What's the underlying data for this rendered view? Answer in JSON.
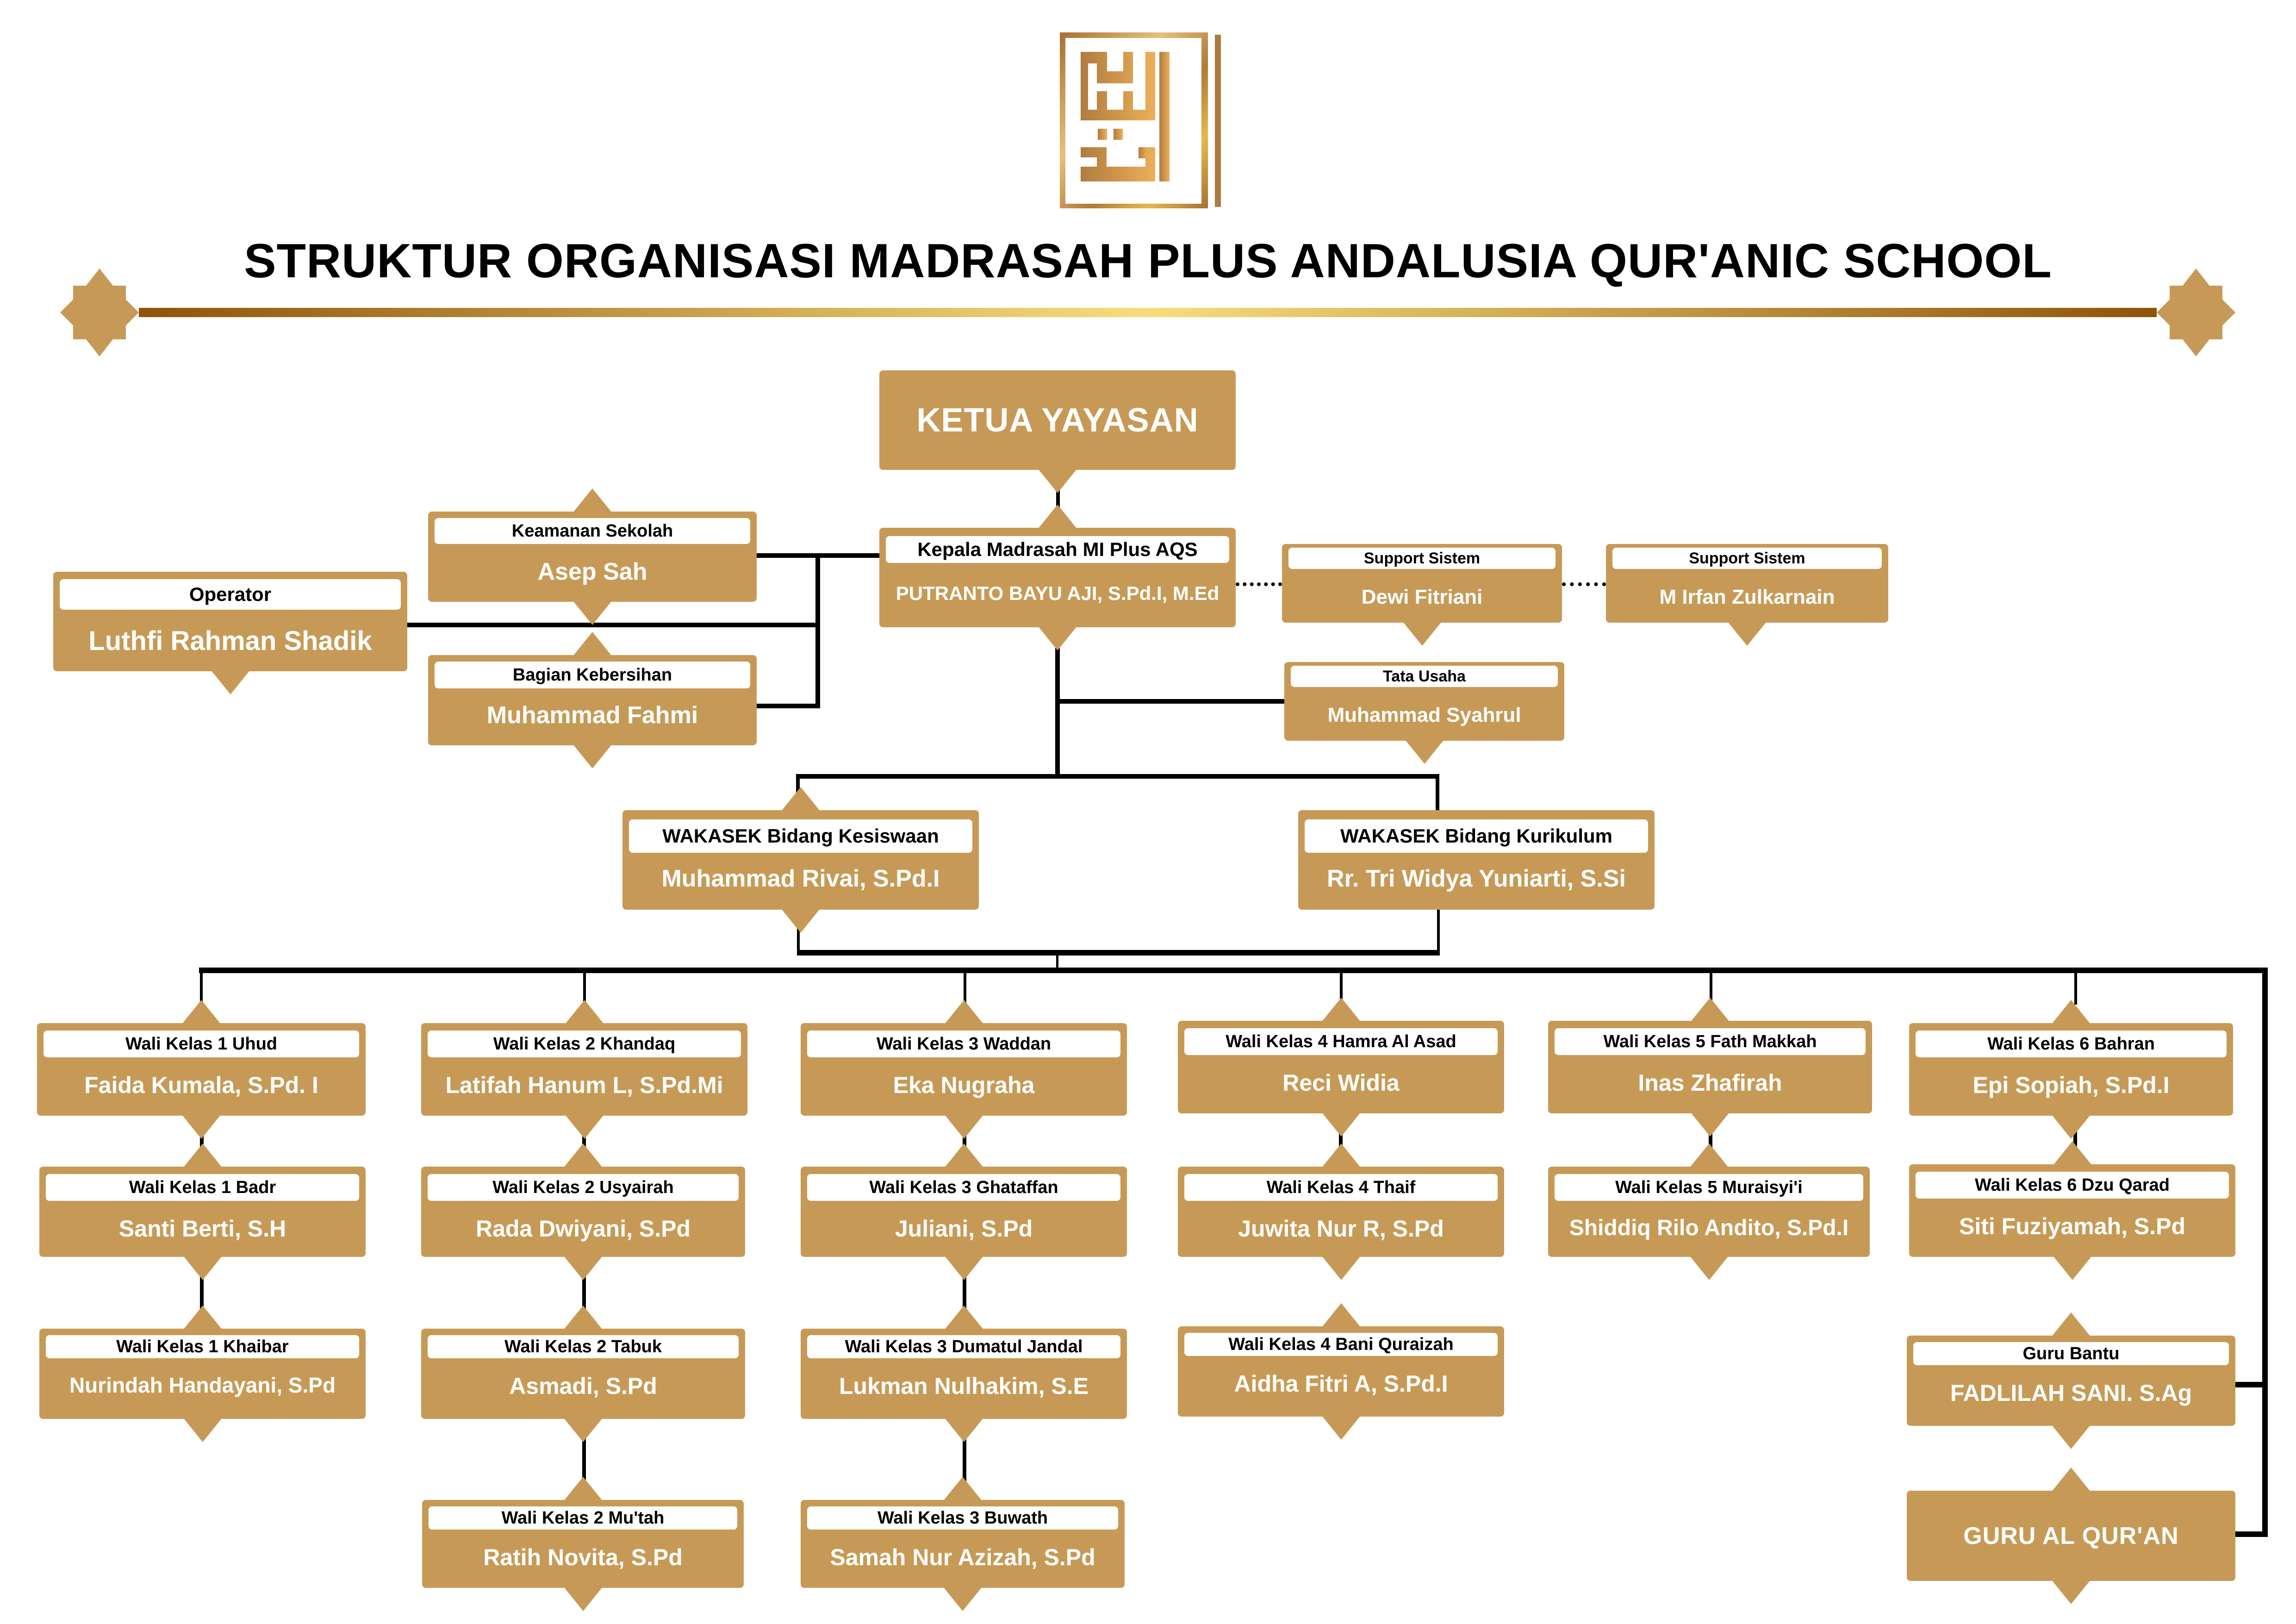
{
  "header": {
    "logo_alt": "andalusia-logo",
    "title": "STRUKTUR ORGANISASI MADRASAH PLUS ANDALUSIA QUR'ANIC SCHOOL"
  },
  "colors": {
    "node_fill": "#c69a56",
    "role_label_bg": "#ffffff",
    "connector": "#000000",
    "rule_gradient_dark": "#8f5307",
    "rule_gradient_light": "#f7dd7a"
  },
  "leadership": {
    "ketua_yayasan": "KETUA YAYASAN",
    "kepala": {
      "role": "Kepala Madrasah MI Plus AQS",
      "name": "PUTRANTO BAYU AJI, S.Pd.I, M.Ed"
    }
  },
  "staff": {
    "keamanan": {
      "role": "Keamanan Sekolah",
      "name": "Asep Sah"
    },
    "operator": {
      "role": "Operator",
      "name": "Luthfi Rahman Shadik"
    },
    "kebersihan": {
      "role": "Bagian Kebersihan",
      "name": "Muhammad Fahmi"
    },
    "support1": {
      "role": "Support Sistem",
      "name": "Dewi Fitriani"
    },
    "support2": {
      "role": "Support Sistem",
      "name": "M Irfan Zulkarnain"
    },
    "tata_usaha": {
      "role": "Tata Usaha",
      "name": "Muhammad Syahrul"
    }
  },
  "wakasek": {
    "kesiswaan": {
      "role": "WAKASEK Bidang Kesiswaan",
      "name": "Muhammad Rivai, S.Pd.I"
    },
    "kurikulum": {
      "role": "WAKASEK Bidang Kurikulum",
      "name": "Rr. Tri Widya Yuniarti, S.Si"
    }
  },
  "columns": [
    {
      "nodes": [
        {
          "role": "Wali Kelas 1 Uhud",
          "name": "Faida Kumala, S.Pd. I"
        },
        {
          "role": "Wali Kelas 1 Badr",
          "name": "Santi Berti, S.H"
        },
        {
          "role": "Wali Kelas 1 Khaibar",
          "name": "Nurindah Handayani, S.Pd"
        }
      ]
    },
    {
      "nodes": [
        {
          "role": "Wali Kelas 2 Khandaq",
          "name": "Latifah Hanum L, S.Pd.Mi"
        },
        {
          "role": "Wali Kelas 2 Usyairah",
          "name": "Rada Dwiyani, S.Pd"
        },
        {
          "role": "Wali Kelas 2 Tabuk",
          "name": "Asmadi, S.Pd"
        },
        {
          "role": "Wali Kelas 2 Mu'tah",
          "name": "Ratih Novita, S.Pd"
        }
      ]
    },
    {
      "nodes": [
        {
          "role": "Wali Kelas 3 Waddan",
          "name": "Eka Nugraha"
        },
        {
          "role": "Wali Kelas 3 Ghataffan",
          "name": "Juliani, S.Pd"
        },
        {
          "role": "Wali Kelas 3 Dumatul Jandal",
          "name": "Lukman Nulhakim, S.E"
        },
        {
          "role": "Wali Kelas 3 Buwath",
          "name": "Samah Nur Azizah, S.Pd"
        }
      ]
    },
    {
      "nodes": [
        {
          "role": "Wali Kelas 4 Hamra Al Asad",
          "name": "Reci Widia"
        },
        {
          "role": "Wali Kelas 4 Thaif",
          "name": "Juwita Nur R, S.Pd"
        },
        {
          "role": "Wali Kelas 4 Bani Quraizah",
          "name": "Aidha Fitri A, S.Pd.I"
        }
      ]
    },
    {
      "nodes": [
        {
          "role": "Wali Kelas 5 Fath Makkah",
          "name": "Inas Zhafirah"
        },
        {
          "role": "Wali Kelas 5 Muraisyi'i",
          "name": "Shiddiq Rilo Andito, S.Pd.I"
        }
      ]
    },
    {
      "nodes": [
        {
          "role": "Wali Kelas 6 Bahran",
          "name": "Epi Sopiah, S.Pd.I"
        },
        {
          "role": "Wali Kelas 6 Dzu Qarad",
          "name": "Siti Fuziyamah, S.Pd"
        },
        {
          "role": "Guru Bantu",
          "name": "FADLILAH SANI. S.Ag"
        }
      ]
    }
  ],
  "guru_quran": "GURU AL QUR'AN"
}
